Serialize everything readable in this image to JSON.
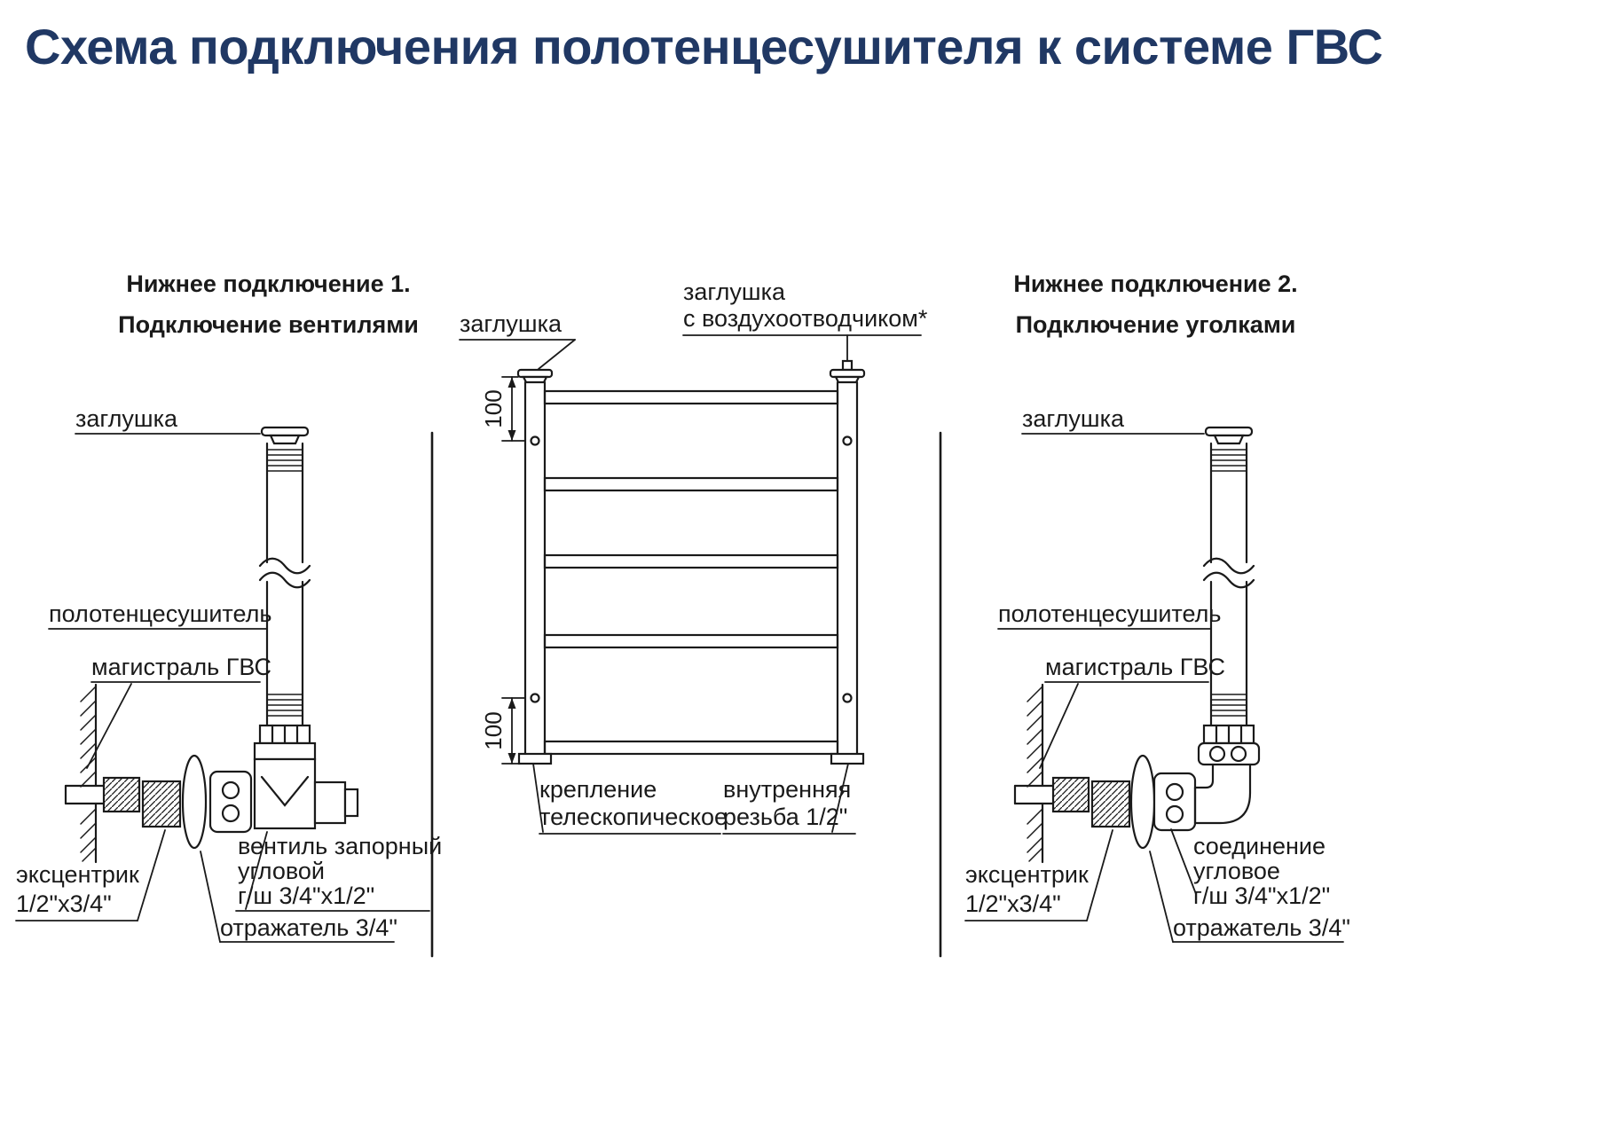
{
  "title": "Схема подключения полотенцесушителя к системе ГВС",
  "left": {
    "heading1": "Нижнее подключение 1.",
    "heading2": "Подключение вентилями",
    "cap": "заглушка",
    "rail": "полотенцесушитель",
    "main": "магистраль ГВС",
    "ecc1": "эксцентрик",
    "ecc2": "1/2\"х3/4\"",
    "valve1": "вентиль запорный",
    "valve2": "угловой",
    "valve3": "г/ш 3/4\"х1/2\"",
    "reflector": "отражатель 3/4\""
  },
  "center": {
    "cap_left": "заглушка",
    "cap_right1": "заглушка",
    "cap_right2": "с воздухоотводчиком*",
    "dim_top": "100",
    "dim_bottom": "100",
    "mount1": "крепление",
    "mount2": "телескопическое",
    "thread1": "внутренняя",
    "thread2": "резьба 1/2\""
  },
  "right": {
    "heading1": "Нижнее подключение 2.",
    "heading2": "Подключение уголками",
    "cap": "заглушка",
    "rail": "полотенцесушитель",
    "main": "магистраль ГВС",
    "ecc1": "эксцентрик",
    "ecc2": "1/2\"х3/4\"",
    "joint1": "соединение",
    "joint2": "угловое",
    "joint3": "г/ш 3/4\"х1/2\"",
    "reflector": "отражатель 3/4\""
  },
  "colors": {
    "title": "#203864",
    "line": "#1a1a1a"
  }
}
